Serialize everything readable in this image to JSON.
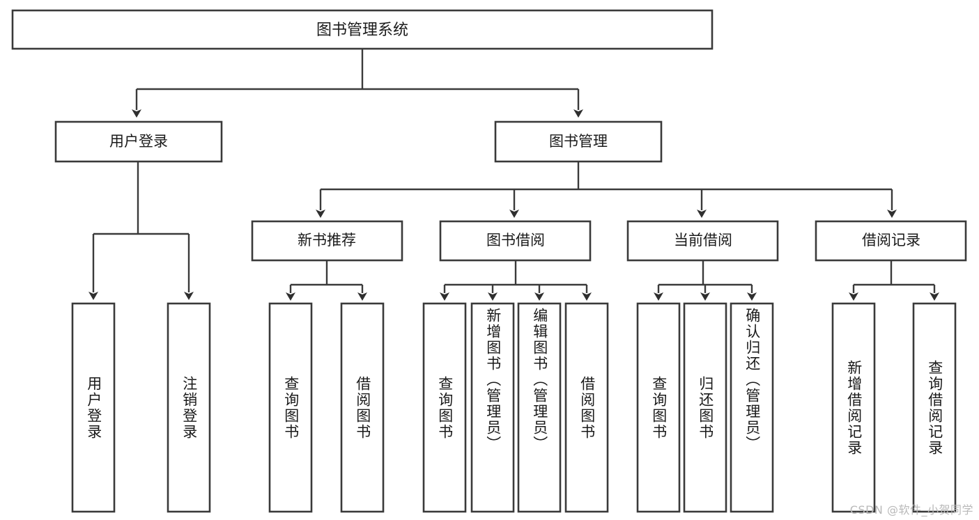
{
  "diagram": {
    "title": "图书管理系统",
    "type": "tree-structure-chart",
    "root": {
      "label": "图书管理系统"
    },
    "level2": [
      {
        "label": "用户登录"
      },
      {
        "label": "图书管理"
      }
    ],
    "level3": [
      {
        "label": "新书推荐"
      },
      {
        "label": "图书借阅"
      },
      {
        "label": "当前借阅"
      },
      {
        "label": "借阅记录"
      }
    ],
    "leaves": {
      "user_login": [
        {
          "label": "用户登录"
        },
        {
          "label": "注销登录"
        }
      ],
      "new_book_recommend": [
        {
          "label": "查询图书"
        },
        {
          "label": "借阅图书"
        }
      ],
      "book_borrow": [
        {
          "label": "查询图书"
        },
        {
          "label": "新增图书（管理员）"
        },
        {
          "label": "编辑图书（管理员）"
        },
        {
          "label": "借阅图书"
        }
      ],
      "current_borrow": [
        {
          "label": "查询图书"
        },
        {
          "label": "归还图书"
        },
        {
          "label": "确认归还（管理员）"
        }
      ],
      "borrow_record": [
        {
          "label": "新增借阅记录"
        },
        {
          "label": "查询借阅记录"
        }
      ]
    },
    "watermark": "CSDN @软件_小贺同学",
    "colors": {
      "stroke": "#3a3a3a",
      "fill": "#ffffff",
      "text": "#1a1a1a",
      "watermark": "#b9b9b9"
    }
  }
}
